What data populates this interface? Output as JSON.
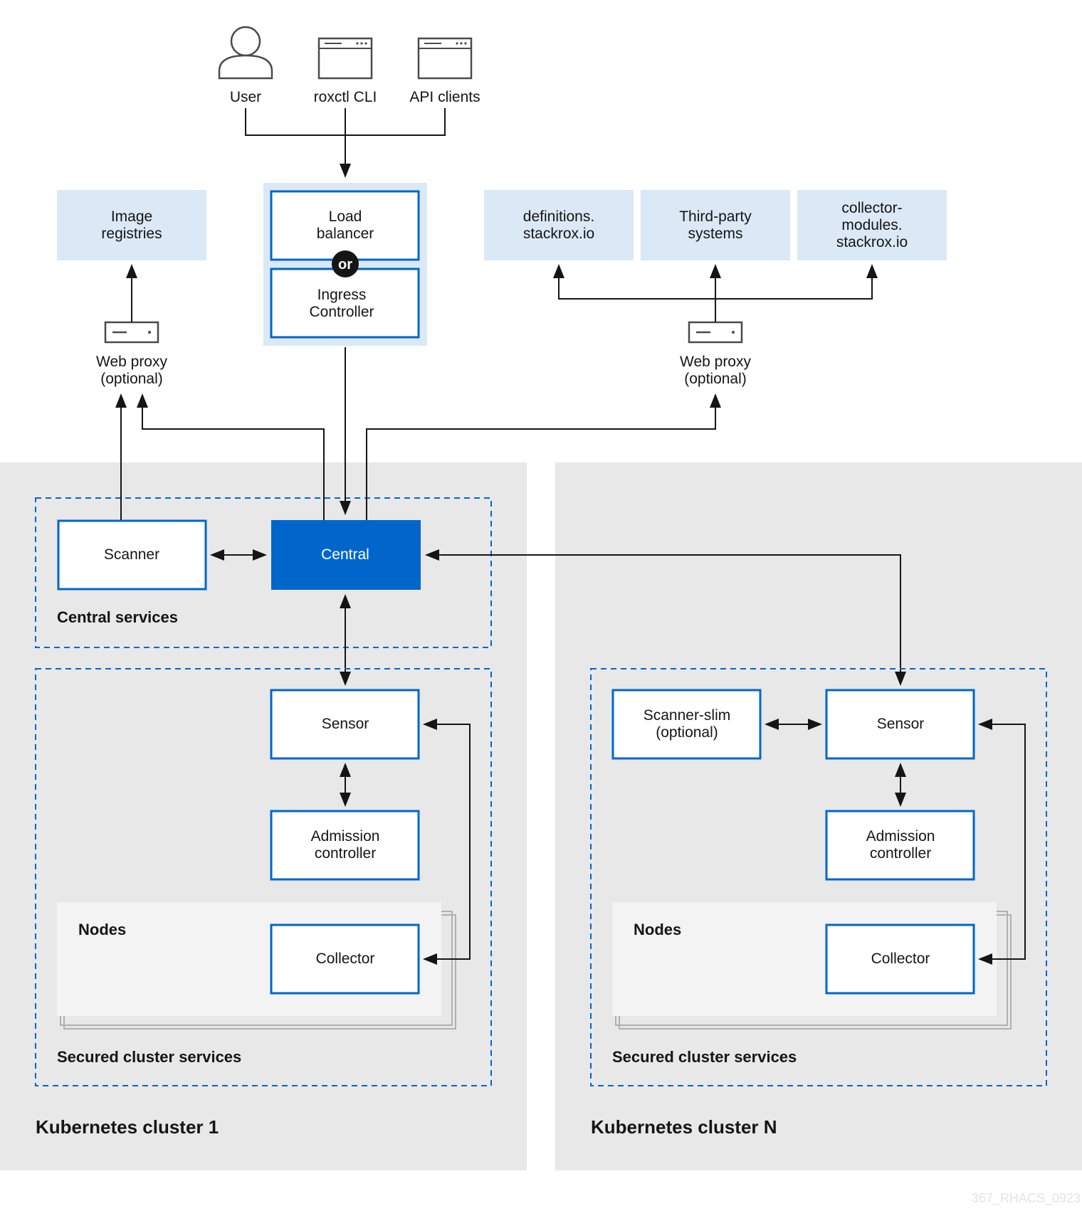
{
  "clients": {
    "user": "User",
    "roxctl": "roxctl CLI",
    "api": "API clients"
  },
  "entry": {
    "load_balancer": [
      "Load",
      "balancer"
    ],
    "or": "or",
    "ingress": [
      "Ingress",
      "Controller"
    ]
  },
  "external": {
    "image_registries": [
      "Image",
      "registries"
    ],
    "definitions": [
      "definitions.",
      "stackrox.io"
    ],
    "third_party": [
      "Third-party",
      "systems"
    ],
    "collector_modules": [
      "collector-",
      "modules.",
      "stackrox.io"
    ]
  },
  "proxy": {
    "left": [
      "Web proxy",
      "(optional)"
    ],
    "right": [
      "Web proxy",
      "(optional)"
    ]
  },
  "cluster1": {
    "title": "Kubernetes cluster 1",
    "central_services": {
      "label": "Central services",
      "scanner": "Scanner",
      "central": "Central"
    },
    "secured": {
      "label": "Secured cluster services",
      "sensor": "Sensor",
      "admission": [
        "Admission",
        "controller"
      ],
      "nodes": "Nodes",
      "collector": "Collector"
    }
  },
  "clusterN": {
    "title": "Kubernetes cluster N",
    "secured": {
      "label": "Secured cluster services",
      "scanner_slim": [
        "Scanner-slim",
        "(optional)"
      ],
      "sensor": "Sensor",
      "admission": [
        "Admission",
        "controller"
      ],
      "nodes": "Nodes",
      "collector": "Collector"
    }
  },
  "watermark": "367_RHACS_0923",
  "colors": {
    "accent": "#0066cc",
    "external_fill": "#dbe8f5",
    "cluster_bg": "#e8e8e8",
    "nodes_bg": "#f3f3f3",
    "line": "#151515"
  },
  "icons": {
    "user": "user-icon",
    "terminal": "terminal-window-icon",
    "proxy": "server-icon"
  }
}
